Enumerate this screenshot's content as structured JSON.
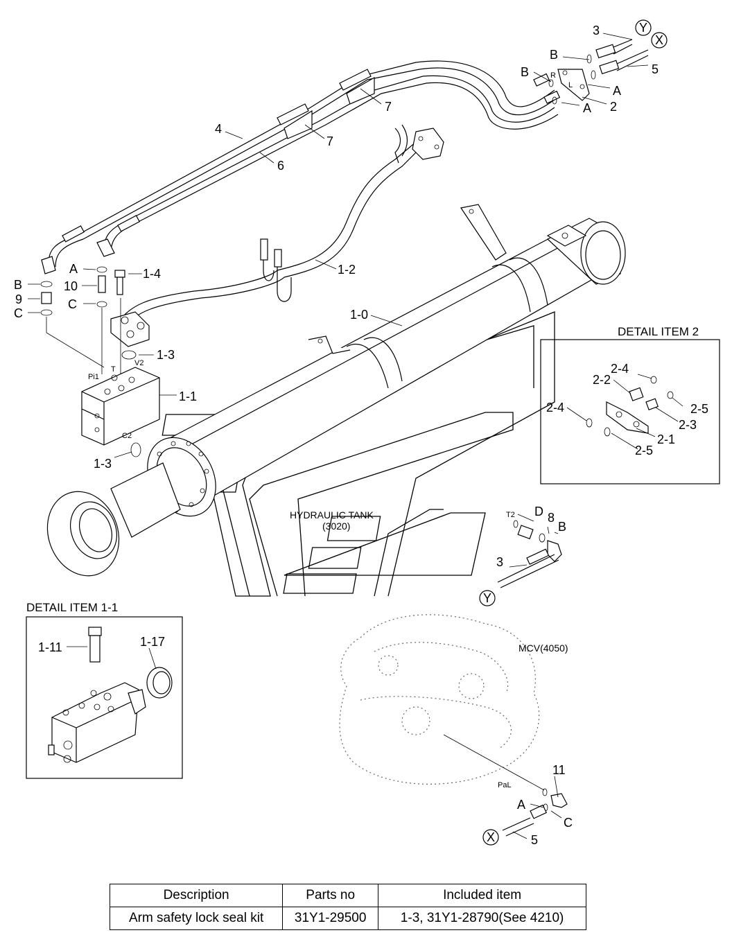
{
  "titles": {
    "detail_2": "DETAIL ITEM 2",
    "detail_1_1": "DETAIL ITEM 1-1"
  },
  "annotations": {
    "hydraulic_tank": "HYDRAULIC TANK",
    "hydraulic_tank_code": "(3020)",
    "mcv": "MCV(4050)"
  },
  "port_labels": {
    "pi1": "Pi1",
    "t": "T",
    "v2": "V2",
    "c2": "C2",
    "r": "R",
    "l": "L",
    "t2": "T2",
    "pal": "PaL"
  },
  "callouts": {
    "n3_top": "3",
    "y_top": "Y",
    "x_top": "X",
    "b_top1": "B",
    "b_top2": "B",
    "n5_top": "5",
    "a_top1": "A",
    "n2": "2",
    "a_top2": "A",
    "n7a": "7",
    "n7b": "7",
    "n4": "4",
    "n6": "6",
    "a_left": "A",
    "n1_4": "1-4",
    "b_left": "B",
    "n10": "10",
    "n9": "9",
    "c_left1": "C",
    "c_left2": "C",
    "n1_2": "1-2",
    "n1_0": "1-0",
    "n1_3a": "1-3",
    "n1_1": "1-1",
    "n1_3b": "1-3",
    "d2_2_4a": "2-4",
    "d2_2_2": "2-2",
    "d2_2_4b": "2-4",
    "d2_2_5a": "2-5",
    "d2_2_3": "2-3",
    "d2_2_1": "2-1",
    "d2_2_5b": "2-5",
    "d_right": "D",
    "n8": "8",
    "b_right": "B",
    "n3_right": "3",
    "y_bottom": "Y",
    "d11_1_11": "1-11",
    "d11_1_17": "1-17",
    "n11": "11",
    "a_bottom": "A",
    "c_bottom": "C",
    "x_bottom": "X",
    "n5_bottom": "5"
  },
  "table": {
    "headers": [
      "Description",
      "Parts no",
      "Included item"
    ],
    "rows": [
      [
        "Arm safety lock seal kit",
        "31Y1-29500",
        "1-3, 31Y1-28790(See 4210)"
      ]
    ]
  }
}
